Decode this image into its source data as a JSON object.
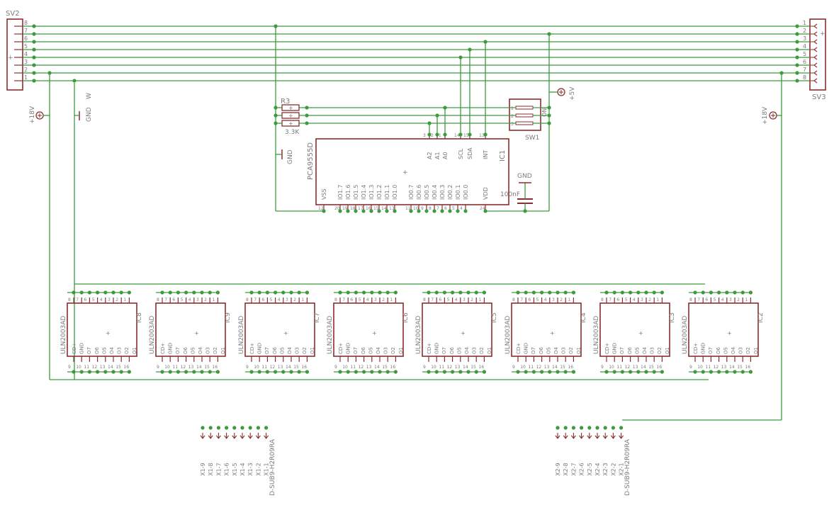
{
  "connectors": {
    "sv2": {
      "name": "SV2",
      "pins": [
        "8",
        "7",
        "6",
        "5",
        "4",
        "3",
        "2",
        "1"
      ]
    },
    "sv3": {
      "name": "SV3",
      "pins": [
        "1",
        "2",
        "3",
        "4",
        "5",
        "6",
        "7",
        "8"
      ]
    }
  },
  "supplies": {
    "left_18v": "+18V",
    "right_18v": "+18V",
    "p5v": "+5V",
    "gnd_left": "GND",
    "gnd_left_extra": "W",
    "gnd_ic1": "GND",
    "gnd_cap": "GND"
  },
  "resistors": {
    "name": "R3",
    "value": "3.3K"
  },
  "switch": {
    "name": "SW1",
    "label": "ON"
  },
  "capacitor": {
    "value": "100nF"
  },
  "ic1": {
    "name": "IC1",
    "part": "PCA9555D",
    "top_pins": [
      "A2",
      "A1",
      "A0",
      "SCL",
      "SDA",
      "INT"
    ],
    "top_nums": [
      "3",
      "2",
      "1",
      "14",
      "15",
      "13"
    ],
    "bottom_pins": [
      "VSS",
      "IO1.7",
      "IO1.6",
      "IO1.5",
      "IO1.4",
      "IO1.3",
      "IO1.2",
      "IO1.1",
      "IO1.0",
      "IO0.7",
      "IO0.6",
      "IO0.5",
      "IO0.4",
      "IO0.3",
      "IO0.2",
      "IO0.1",
      "IO0.0",
      "VDD"
    ],
    "bottom_nums": [
      "12",
      "20",
      "19",
      "18",
      "17",
      "16",
      "15",
      "14",
      "13",
      "11",
      "10",
      "9",
      "8",
      "7",
      "6",
      "5",
      "4",
      "24"
    ]
  },
  "drivers": {
    "part": "ULN2003AD",
    "names": [
      "IC8",
      "IC9",
      "IC7",
      "IC6",
      "IC5",
      "IC4",
      "IC3",
      "IC2"
    ],
    "pin_labels": [
      "CD+",
      "GND",
      "O7",
      "O6",
      "O5",
      "O4",
      "O3",
      "O2",
      "O1"
    ],
    "top_nums": [
      "8",
      "7",
      "6",
      "5",
      "4",
      "3",
      "2",
      "1"
    ],
    "bottom_nums": [
      "9",
      "10",
      "11",
      "12",
      "13",
      "14",
      "15",
      "16"
    ]
  },
  "dsub": [
    {
      "part": "D-SUB9-H2R09RA",
      "pins": [
        "X1-9",
        "X1-8",
        "X1-7",
        "X1-6",
        "X1-5",
        "X1-4",
        "X1-3",
        "X1-2",
        "X1-1"
      ]
    },
    {
      "part": "D-SUB9-H2R09RA",
      "pins": [
        "X2-9",
        "X2-8",
        "X2-7",
        "X2-6",
        "X2-5",
        "X2-4",
        "X2-3",
        "X2-2",
        "X2-1"
      ]
    }
  ]
}
